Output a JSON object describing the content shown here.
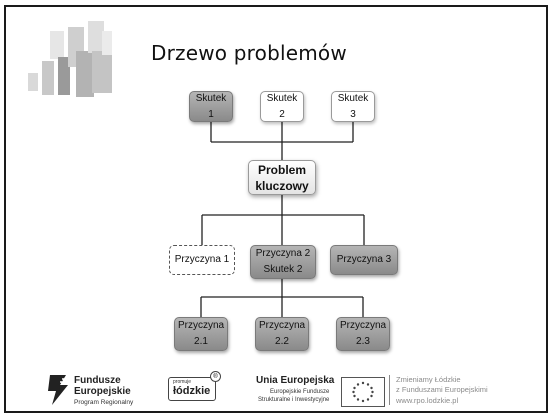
{
  "slide": {
    "title": "Drzewo problemów"
  },
  "tree": {
    "effects": [
      {
        "label": "Skutek",
        "number": "1",
        "style": "dark"
      },
      {
        "label": "Skutek",
        "number": "2",
        "style": "light"
      },
      {
        "label": "Skutek",
        "number": "3",
        "style": "light"
      }
    ],
    "key_problem": {
      "line1": "Problem",
      "line2": "kluczowy"
    },
    "causes": [
      {
        "line1": "Przyczyna 1",
        "line2": "",
        "style": "dashed"
      },
      {
        "line1": "Przyczyna 2",
        "line2": "Skutek 2",
        "style": "dark"
      },
      {
        "line1": "Przyczyna 3",
        "line2": "",
        "style": "dark"
      }
    ],
    "sub_causes": [
      {
        "line1": "Przyczyna",
        "line2": "2.1"
      },
      {
        "line1": "Przyczyna",
        "line2": "2.2"
      },
      {
        "line1": "Przyczyna",
        "line2": "2.3"
      }
    ]
  },
  "footer": {
    "fe_line1": "Fundusze",
    "fe_line2": "Europejskie",
    "fe_program": "Program Regionalny",
    "promuje_small": "promuje",
    "promuje_big": "łódzkie",
    "registered": "®",
    "ue_name": "Unia Europejska",
    "ue_sub1": "Europejskie Fundusze",
    "ue_sub2": "Strukturalne i Inwestycyjne",
    "zm_line1": "Zmieniamy Łódzkie",
    "zm_line2": "z Funduszami Europejskimi",
    "zm_line3": "www.rpo.lodzkie.pl"
  }
}
